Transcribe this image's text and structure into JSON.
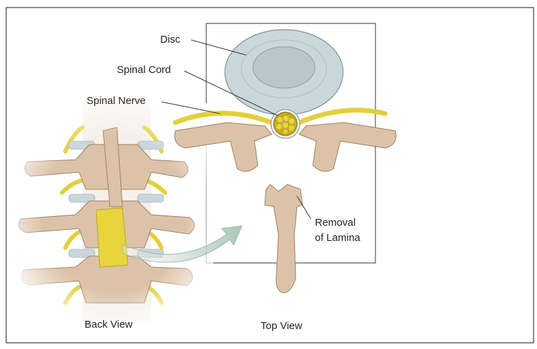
{
  "labels": {
    "disc": "Disc",
    "spinal_cord": "Spinal Cord",
    "spinal_nerve": "Spinal Nerve",
    "removal_line1": "Removal",
    "removal_line2": "of Lamina",
    "back_view": "Back View",
    "top_view": "Top View"
  },
  "colors": {
    "bone": "#dcc3a8",
    "nerve": "#e3cf3a",
    "disc": "#c9d6da",
    "arrow": "#b7cfc4"
  }
}
